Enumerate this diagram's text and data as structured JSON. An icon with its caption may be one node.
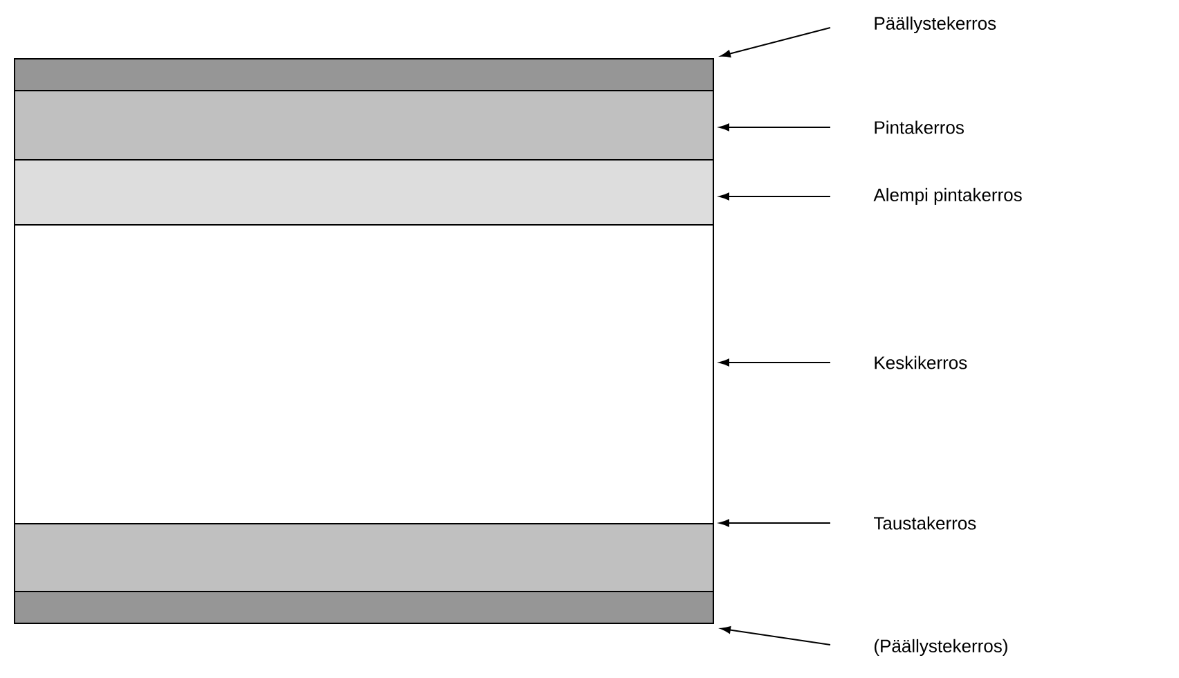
{
  "diagram": {
    "nodes": [
      {
        "text": [],
        "shape": "box"
      },
      {
        "text": [],
        "shape": "box"
      },
      {
        "text": [],
        "shape": "box"
      },
      {
        "text": [],
        "shape": "box"
      },
      {
        "text": [],
        "shape": "box"
      },
      {
        "text": [],
        "shape": "box"
      },
      {
        "text": [
          "Päällystekerros"
        ]
      },
      {
        "text": [
          "Pintakerros"
        ]
      },
      {
        "text": [
          "Alempi pintakerros"
        ]
      },
      {
        "text": [
          "Keskikerros"
        ]
      },
      {
        "text": [
          "Taustakerros"
        ]
      },
      {
        "text": [
          "(Päällystekerros)"
        ]
      }
    ],
    "edges": [
      {
        "from": 6,
        "to": 0,
        "arrow": "to"
      },
      {
        "from": 7,
        "to": 1,
        "arrow": "to"
      },
      {
        "from": 8,
        "to": 2,
        "arrow": "to"
      },
      {
        "from": 9,
        "to": 3,
        "arrow": "to"
      },
      {
        "from": 10,
        "to": 4,
        "arrow": "to"
      },
      {
        "from": 11,
        "to": 5,
        "arrow": "to"
      }
    ]
  }
}
